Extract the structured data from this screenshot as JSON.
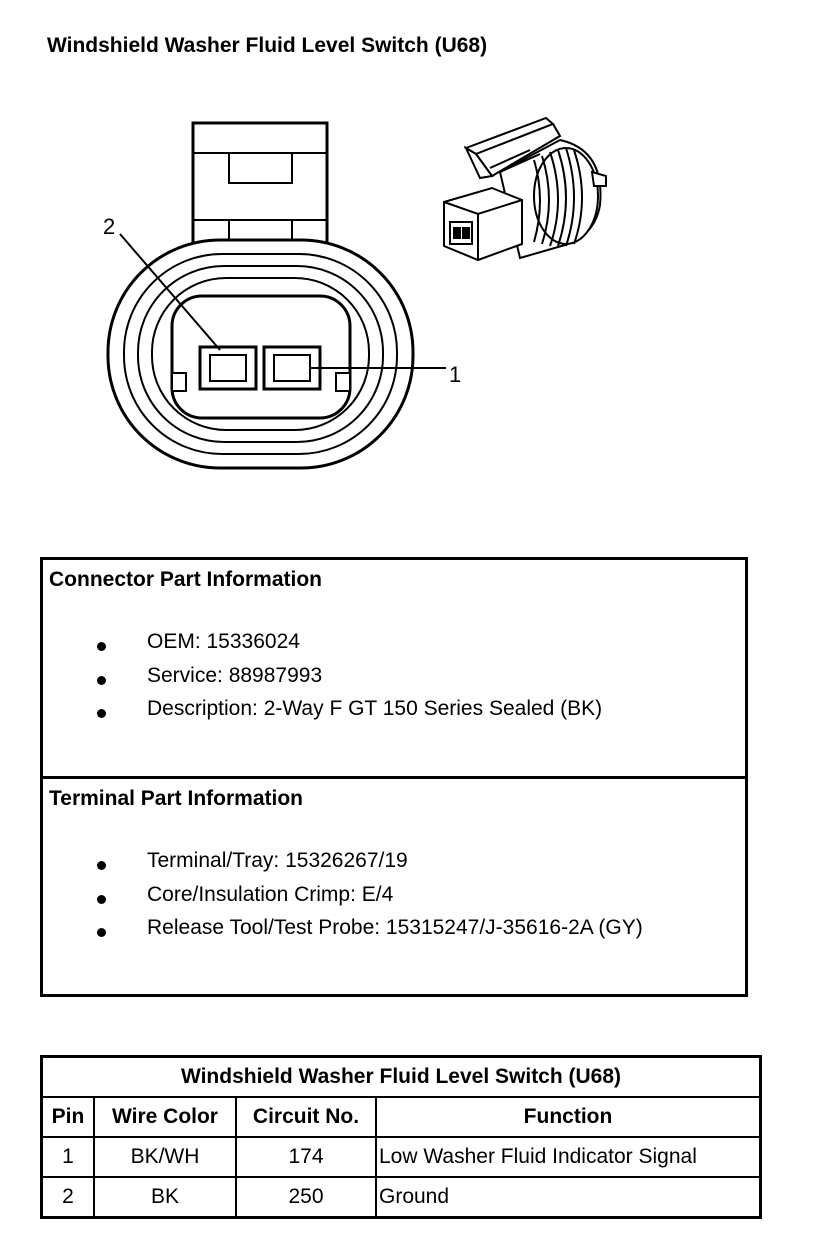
{
  "title": "Windshield Washer Fluid Level Switch (U68)",
  "diagram": {
    "callouts": [
      "2",
      "1"
    ]
  },
  "connector_info": {
    "heading": "Connector Part Information",
    "items": [
      "OEM: 15336024",
      "Service: 88987993",
      "Description: 2-Way F GT 150 Series Sealed (BK)"
    ]
  },
  "terminal_info": {
    "heading": "Terminal Part Information",
    "items": [
      "Terminal/Tray: 15326267/19",
      "Core/Insulation Crimp: E/4",
      "Release Tool/Test Probe: 15315247/J-35616-2A (GY)"
    ]
  },
  "pin_table": {
    "title": "Windshield Washer Fluid Level Switch (U68)",
    "headers": [
      "Pin",
      "Wire Color",
      "Circuit No.",
      "Function"
    ],
    "rows": [
      [
        "1",
        "BK/WH",
        "174",
        "Low Washer Fluid Indicator Signal"
      ],
      [
        "2",
        "BK",
        "250",
        "Ground"
      ]
    ]
  }
}
